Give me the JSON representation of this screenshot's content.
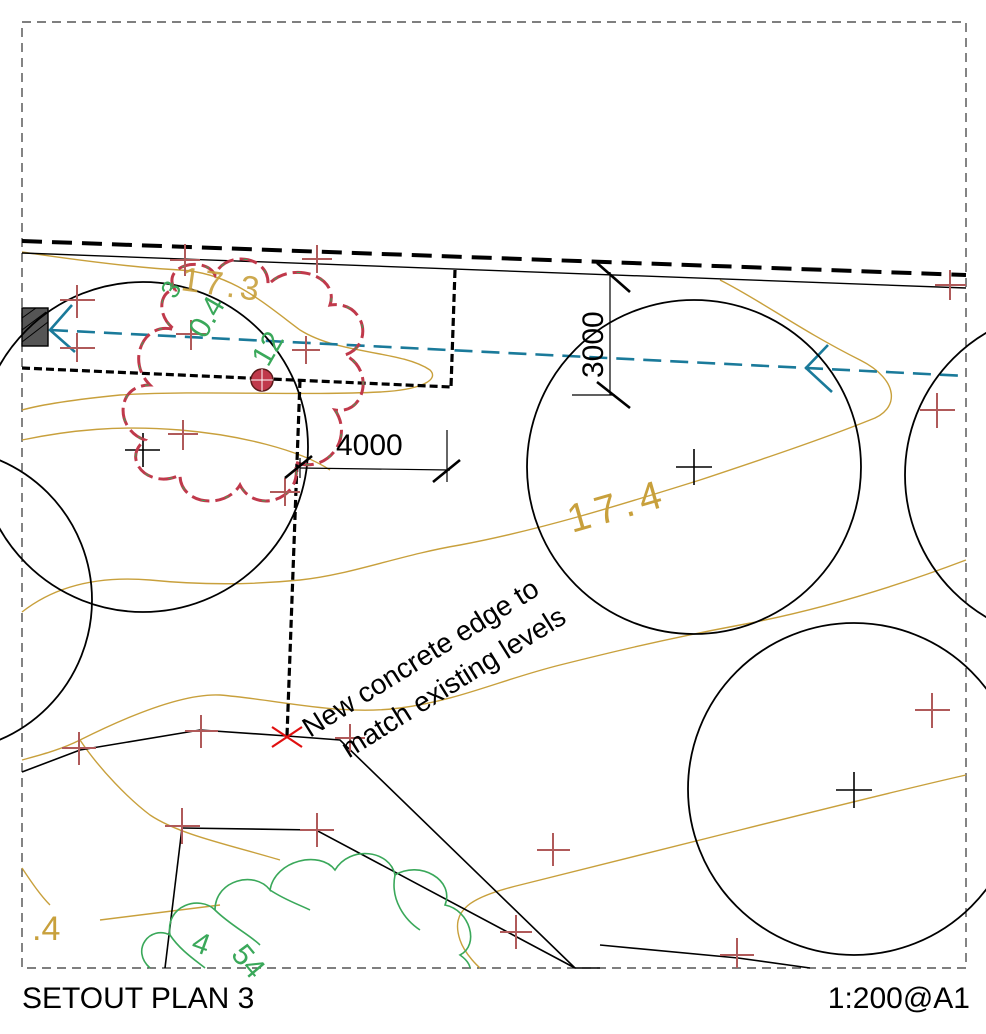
{
  "drawing": {
    "title": "SETOUT PLAN 3",
    "scale": "1:200@A1"
  },
  "dimensions": {
    "horizontal": "4000",
    "vertical": "3000"
  },
  "annotation": {
    "line1": "New concrete edge to",
    "line2": "match existing levels"
  },
  "contours": {
    "label_main": "17.4",
    "label_partial_top": "17.3",
    "label_partial_bottom": ".4"
  },
  "planting_labels": {
    "upper_a": "0.4",
    "upper_b": "12",
    "upper_c": "3",
    "lower_a": "4",
    "lower_b": "54"
  },
  "colors": {
    "contour": "#c8a03c",
    "boundary": "#000000",
    "services": "#1a7a9a",
    "survey_marks": "#b05a5a",
    "planting_red": "#c0394b",
    "planting_green": "#3aa85a",
    "setout_point": "#e01010"
  }
}
